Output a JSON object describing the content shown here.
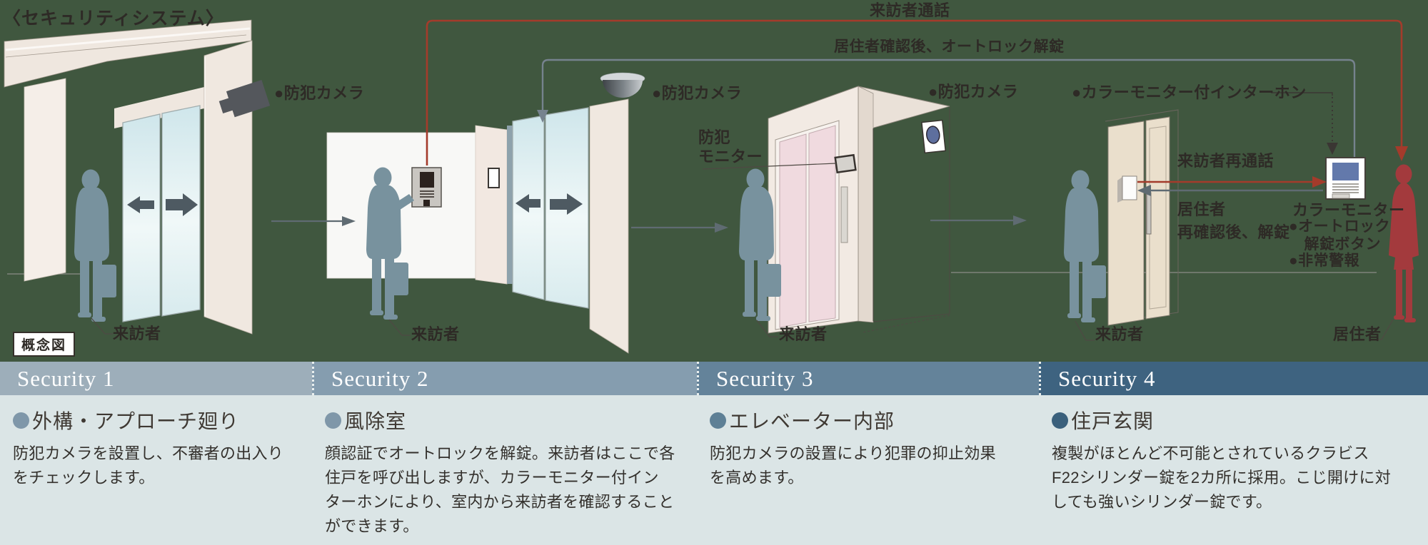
{
  "title": "〈セキュリティシステム〉",
  "diagram_note": "概念図",
  "colors": {
    "background_green": "#40573F",
    "body_bg": "#DBE5E6",
    "flow_red": "#A43B2B",
    "flow_gray": "#76828E",
    "arrow_gray": "#5F6B72",
    "line_dark": "#3A3633",
    "visitor_silhouette": "#78929E",
    "resident_silhouette": "#A33A3D",
    "wall_beige": "#F0E8E0",
    "glass_blue": "#D8ECEF",
    "door_pink": "#F0DADF",
    "monitor_screen_blue": "#6379AB"
  },
  "flow_labels": {
    "visitor_call": "来訪者通話",
    "autolock_release": "居住者確認後、オートロック解錠",
    "visitor_recall": "来訪者再通話",
    "resident_unlock": "居住者\n再確認後、解錠"
  },
  "diagram_labels": {
    "security_camera": "●防犯カメラ",
    "color_monitor_interphone": "●カラーモニター付インターホン",
    "security_monitor": "防犯\nモニター",
    "color_monitor": "カラーモニター",
    "autolock_button": "●オートロック\n　解錠ボタン",
    "emergency_alarm": "●非常警報",
    "visitor": "来訪者",
    "resident": "居住者"
  },
  "sections": [
    {
      "header": "Security 1",
      "header_bg": "#9DAEBA",
      "bullet_color": "#7F97A9",
      "heading": "外構・アプローチ廻り",
      "body": "防犯カメラを設置し、不審者の出入り\nをチェックします。"
    },
    {
      "header": "Security 2",
      "header_bg": "#859DAF",
      "bullet_color": "#7F97A9",
      "heading": "風除室",
      "body": "顔認証でオートロックを解錠。来訪者はここで各\n住戸を呼び出しますが、カラーモニター付イン\nターホンにより、室内から来訪者を確認すること\nができます。"
    },
    {
      "header": "Security 3",
      "header_bg": "#64839A",
      "bullet_color": "#5E8096",
      "heading": "エレベーター内部",
      "body": "防犯カメラの設置により犯罪の抑止効果\nを高めます。"
    },
    {
      "header": "Security 4",
      "header_bg": "#3E6380",
      "bullet_color": "#3A607C",
      "heading": "住戸玄関",
      "body": "複製がほとんど不可能とされているクラビス\nF22シリンダー錠を2カ所に採用。こじ開けに対\nしても強いシリンダー錠です。"
    }
  ]
}
